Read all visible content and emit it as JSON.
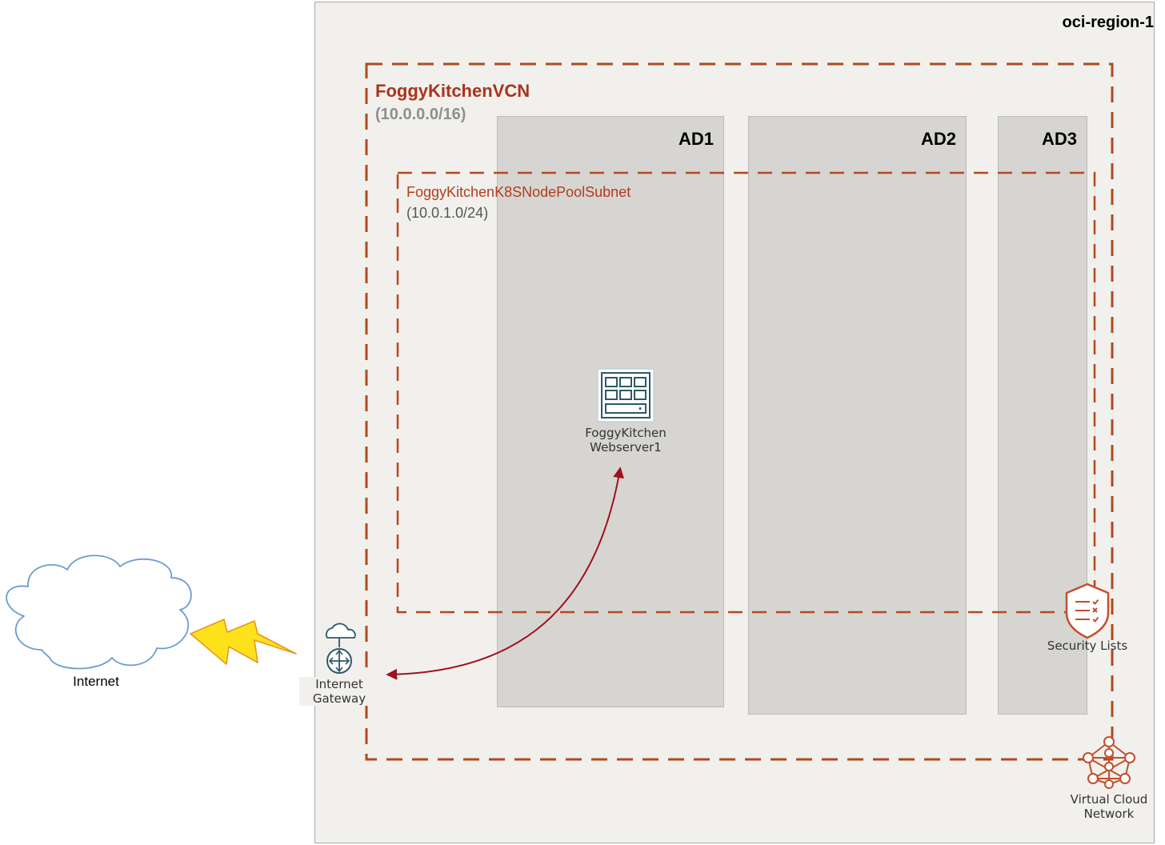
{
  "region": {
    "title": "oci-region-1"
  },
  "vcn": {
    "title": "FoggyKitchenVCN",
    "cidr": "(10.0.0.0/16)"
  },
  "subnet": {
    "title": "FoggyKitchenK8SNodePoolSubnet",
    "cidr": "(10.0.1.0/24)"
  },
  "availability_domains": [
    {
      "label": "AD1"
    },
    {
      "label": "AD2"
    },
    {
      "label": "AD3"
    }
  ],
  "nodes": {
    "webserver": {
      "line1": "FoggyKitchen",
      "line2": "Webserver1",
      "icon": "compute-instance-icon"
    },
    "internet_gateway": {
      "line1": "Internet",
      "line2": "Gateway",
      "icon": "internet-gateway-icon"
    },
    "security_lists": {
      "label": "Security Lists",
      "icon": "shield-icon"
    },
    "vcn_icon": {
      "line1": "Virtual Cloud",
      "line2": "Network",
      "icon": "network-icon"
    },
    "internet": {
      "label": "Internet",
      "icon": "cloud-icon"
    }
  },
  "colors": {
    "vcn_border": "#b04a1e",
    "arrow": "#a0111e",
    "oci_icon": "#2d5967",
    "oci_accent": "#c14f2e",
    "lightning_fill": "#fde21b",
    "cloud_stroke": "#6c9bd2"
  }
}
